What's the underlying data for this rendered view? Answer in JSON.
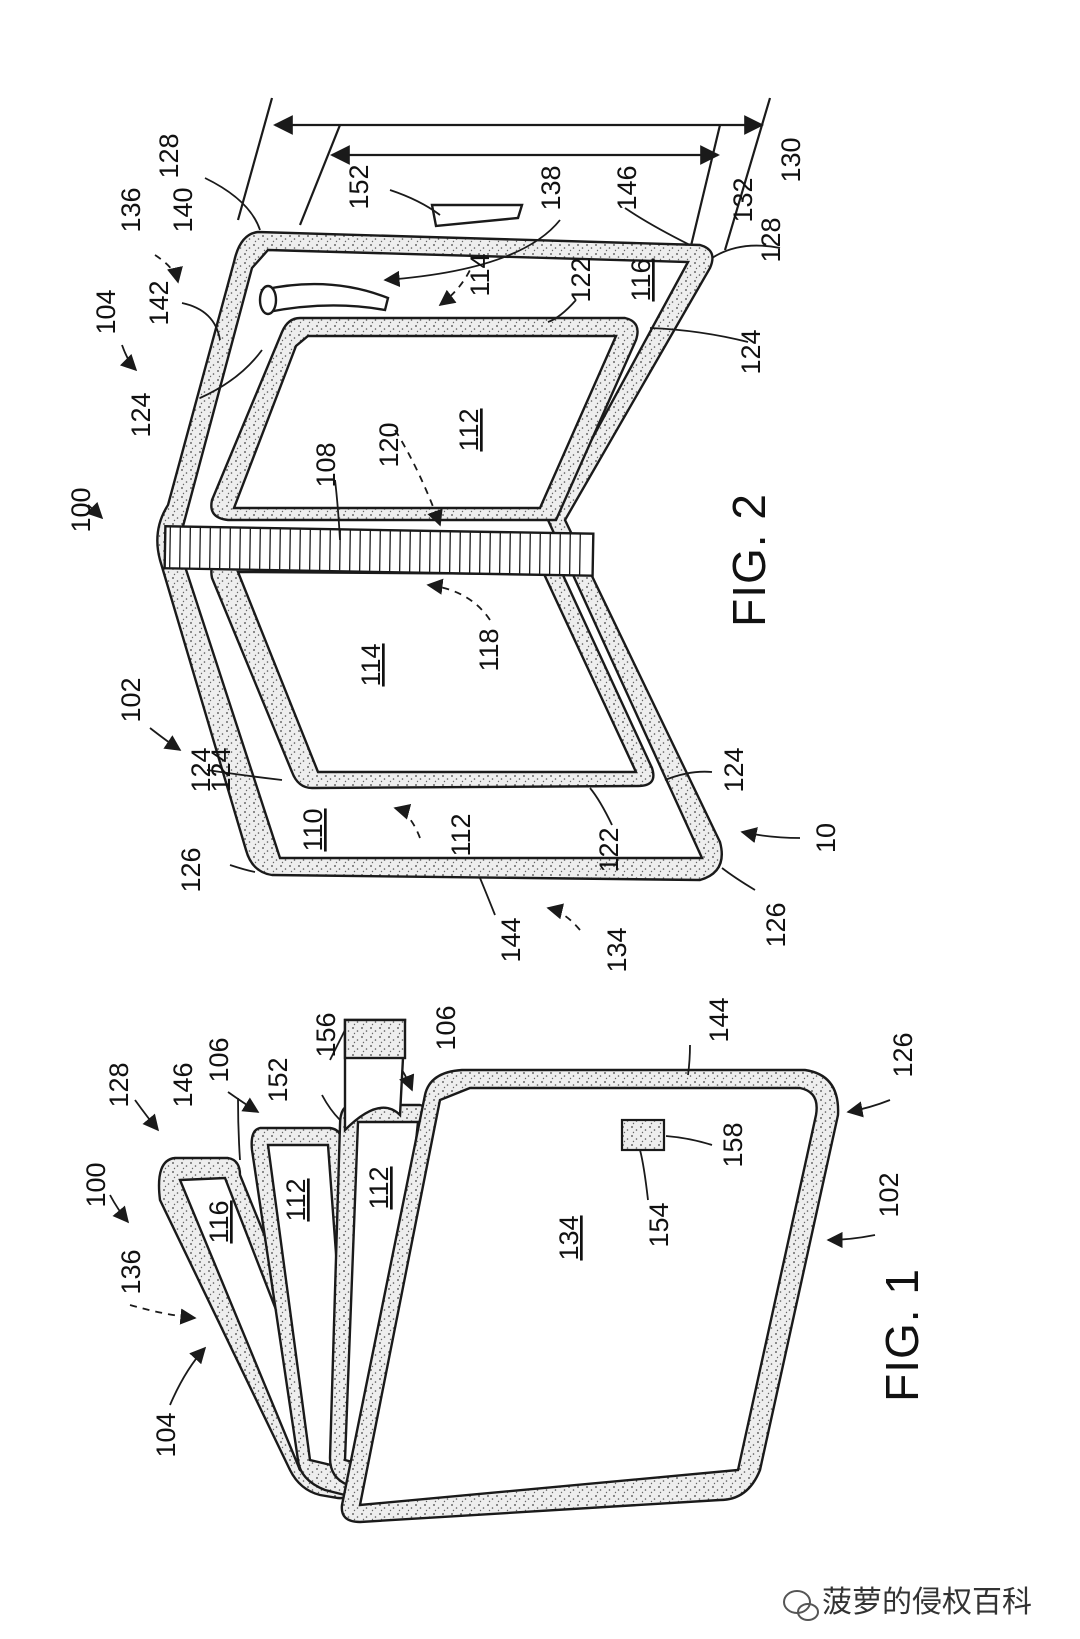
{
  "figures": [
    {
      "id": "fig1",
      "title": "FIG. 1",
      "refs": [
        "100",
        "104",
        "136",
        "128",
        "146",
        "106",
        "152",
        "156",
        "106",
        "116",
        "112",
        "112",
        "134",
        "154",
        "158",
        "144",
        "126",
        "102"
      ]
    },
    {
      "id": "fig2",
      "title": "FIG. 2",
      "refs": [
        "100",
        "104",
        "142",
        "140",
        "136",
        "128",
        "152",
        "138",
        "146",
        "114",
        "122",
        "116",
        "128",
        "132",
        "130",
        "124",
        "108",
        "120",
        "112",
        "124",
        "124",
        "118",
        "114",
        "102",
        "124",
        "110",
        "112",
        "122",
        "124",
        "10",
        "126",
        "144",
        "134",
        "126"
      ]
    }
  ],
  "watermark": {
    "text": "菠萝的侵权百科",
    "icon": "wechat-icon"
  },
  "colors": {
    "ink": "#1a1a1a",
    "paper": "#ffffff",
    "stipple": "#d9d9d9"
  }
}
